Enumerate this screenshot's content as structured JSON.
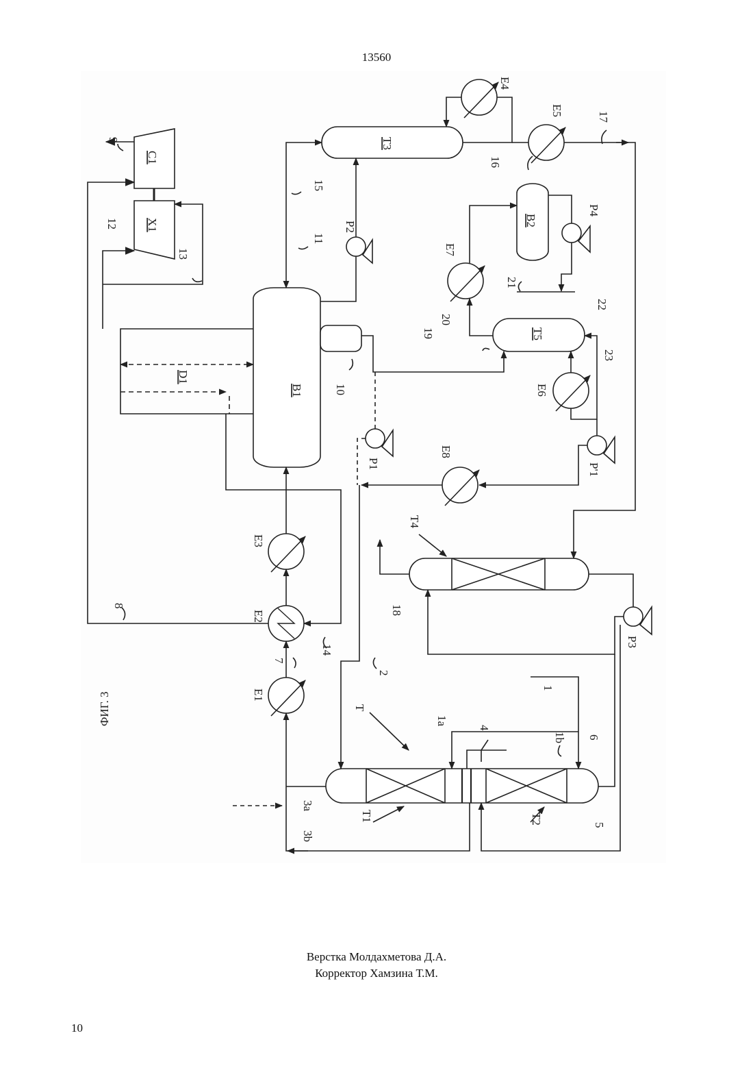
{
  "header": {
    "doc_number": "13560"
  },
  "figure": {
    "caption": "ФИГ. 3",
    "equipment": {
      "B1": "B1",
      "B2": "B2",
      "D1": "D1",
      "C1": "C1",
      "X1": "X1",
      "T": "T",
      "T1": "T1",
      "T2": "T2",
      "T3": "T3",
      "T4": "T4",
      "T5": "T5",
      "E1": "E1",
      "E2": "E2",
      "E3": "E3",
      "E4": "E4",
      "E5": "E5",
      "E6": "E6",
      "E7": "E7",
      "E8": "E8",
      "P1": "P1",
      "P1p": "P'1",
      "P2": "P2",
      "P3": "P3",
      "P4": "P4"
    },
    "streams": {
      "s1": "1",
      "s1a": "1a",
      "s1b": "1b",
      "s2": "2",
      "s3a": "3a",
      "s3b": "3b",
      "s4": "4",
      "s5": "5",
      "s6": "6",
      "s7": "7",
      "s8": "8",
      "s9": "9",
      "s10": "10",
      "s11": "11",
      "s12": "12",
      "s13": "13",
      "s14": "14",
      "s15": "15",
      "s16": "16",
      "s17": "17",
      "s18": "18",
      "s19": "19",
      "s20": "20",
      "s21": "21",
      "s22": "22",
      "s23": "23"
    }
  },
  "footer": {
    "layout_credit": "Верстка Молдахметова Д.А.",
    "proof_credit": "Корректор Хамзина Т.М.",
    "page_number": "10"
  }
}
